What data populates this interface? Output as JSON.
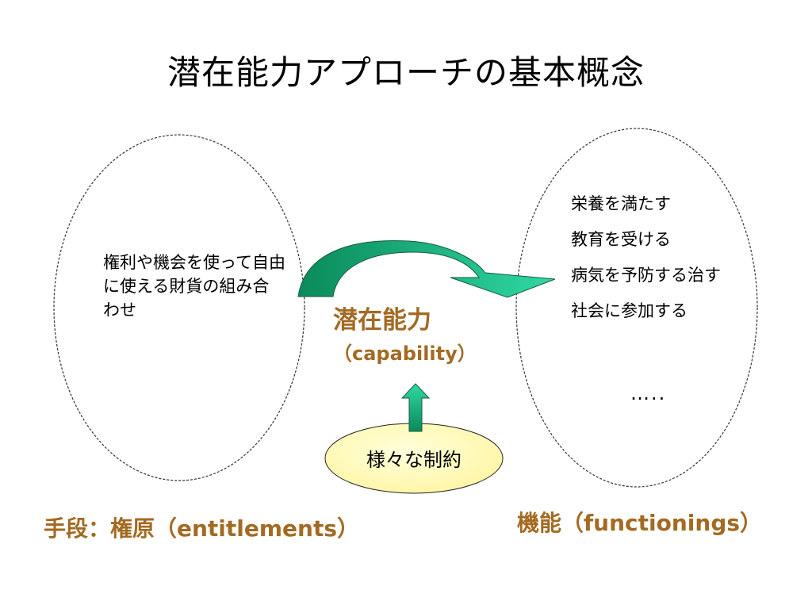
{
  "title": "潜在能力アプローチの基本概念",
  "left_oval": {
    "text": "権利や機会を使って自由に使える財貨の組み合わせ"
  },
  "right_oval": {
    "items": [
      "栄養を満たす",
      "教育を受ける",
      "病気を予防する治す",
      "社会に参加する"
    ],
    "ellipsis": "….."
  },
  "center": {
    "label": "潜在能力",
    "sublabel": "（capability）"
  },
  "constraint": {
    "label": "様々な制約"
  },
  "bottom": {
    "left_label": "手段：権原（entitlements）",
    "right_label": "機能（functionings）"
  },
  "colors": {
    "label_brown": "#a36a22",
    "arrow_green_dark": "#0a8a5a",
    "arrow_green_light": "#2fd9a4",
    "constraint_fill": "#ffffc8"
  }
}
